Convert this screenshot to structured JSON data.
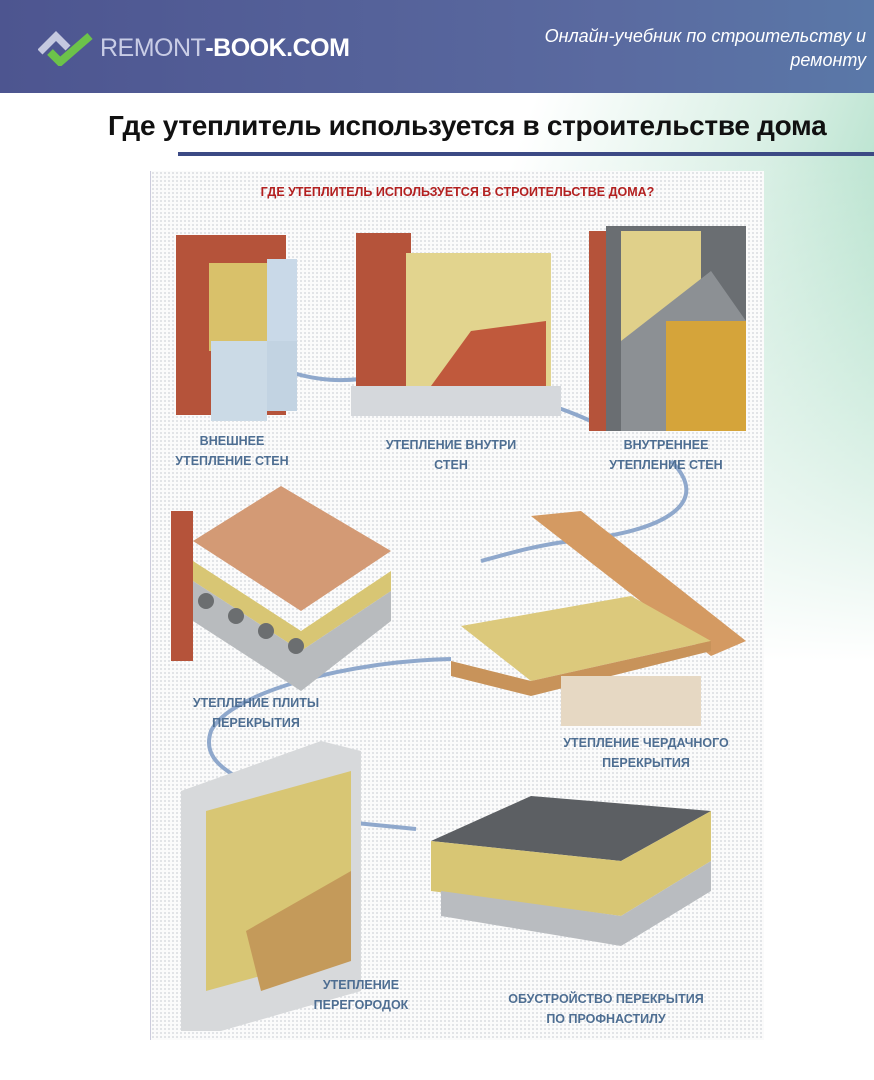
{
  "header": {
    "logo_light": "REMONT",
    "logo_bold": "-BOOK.COM",
    "tagline_line1": "Онлайн-учебник по строительству и",
    "tagline_line2": "ремонту"
  },
  "page_title": "Где утеплитель используется в строительстве дома",
  "poster": {
    "title": "ГДЕ УТЕПЛИТЕЛЬ ИСПОЛЬЗУЕТСЯ В СТРОИТЕЛЬСТВЕ ДОМА?",
    "items": [
      {
        "line1": "ВНЕШНЕЕ",
        "line2": "УТЕПЛЕНИЕ СТЕН"
      },
      {
        "line1": "УТЕПЛЕНИЕ ВНУТРИ",
        "line2": "СТЕН"
      },
      {
        "line1": "ВНУТРЕННЕЕ",
        "line2": "УТЕПЛЕНИЕ СТЕН"
      },
      {
        "line1": "УТЕПЛЕНИЕ ПЛИТЫ",
        "line2": "ПЕРЕКРЫТИЯ"
      },
      {
        "line1": "УТЕПЛЕНИЕ ЧЕРДАЧНОГО",
        "line2": "ПЕРЕКРЫТИЯ"
      },
      {
        "line1": "УТЕПЛЕНИЕ",
        "line2": "ПЕРЕГОРОДОК"
      },
      {
        "line1": "ОБУСТРОЙСТВО ПЕРЕКРЫТИЯ",
        "line2": "ПО ПРОФНАСТИЛУ"
      }
    ]
  },
  "colors": {
    "header": "#4d5590",
    "accent_green": "#6cc59b",
    "poster_title": "#b32020",
    "label": "#4e6e92"
  }
}
